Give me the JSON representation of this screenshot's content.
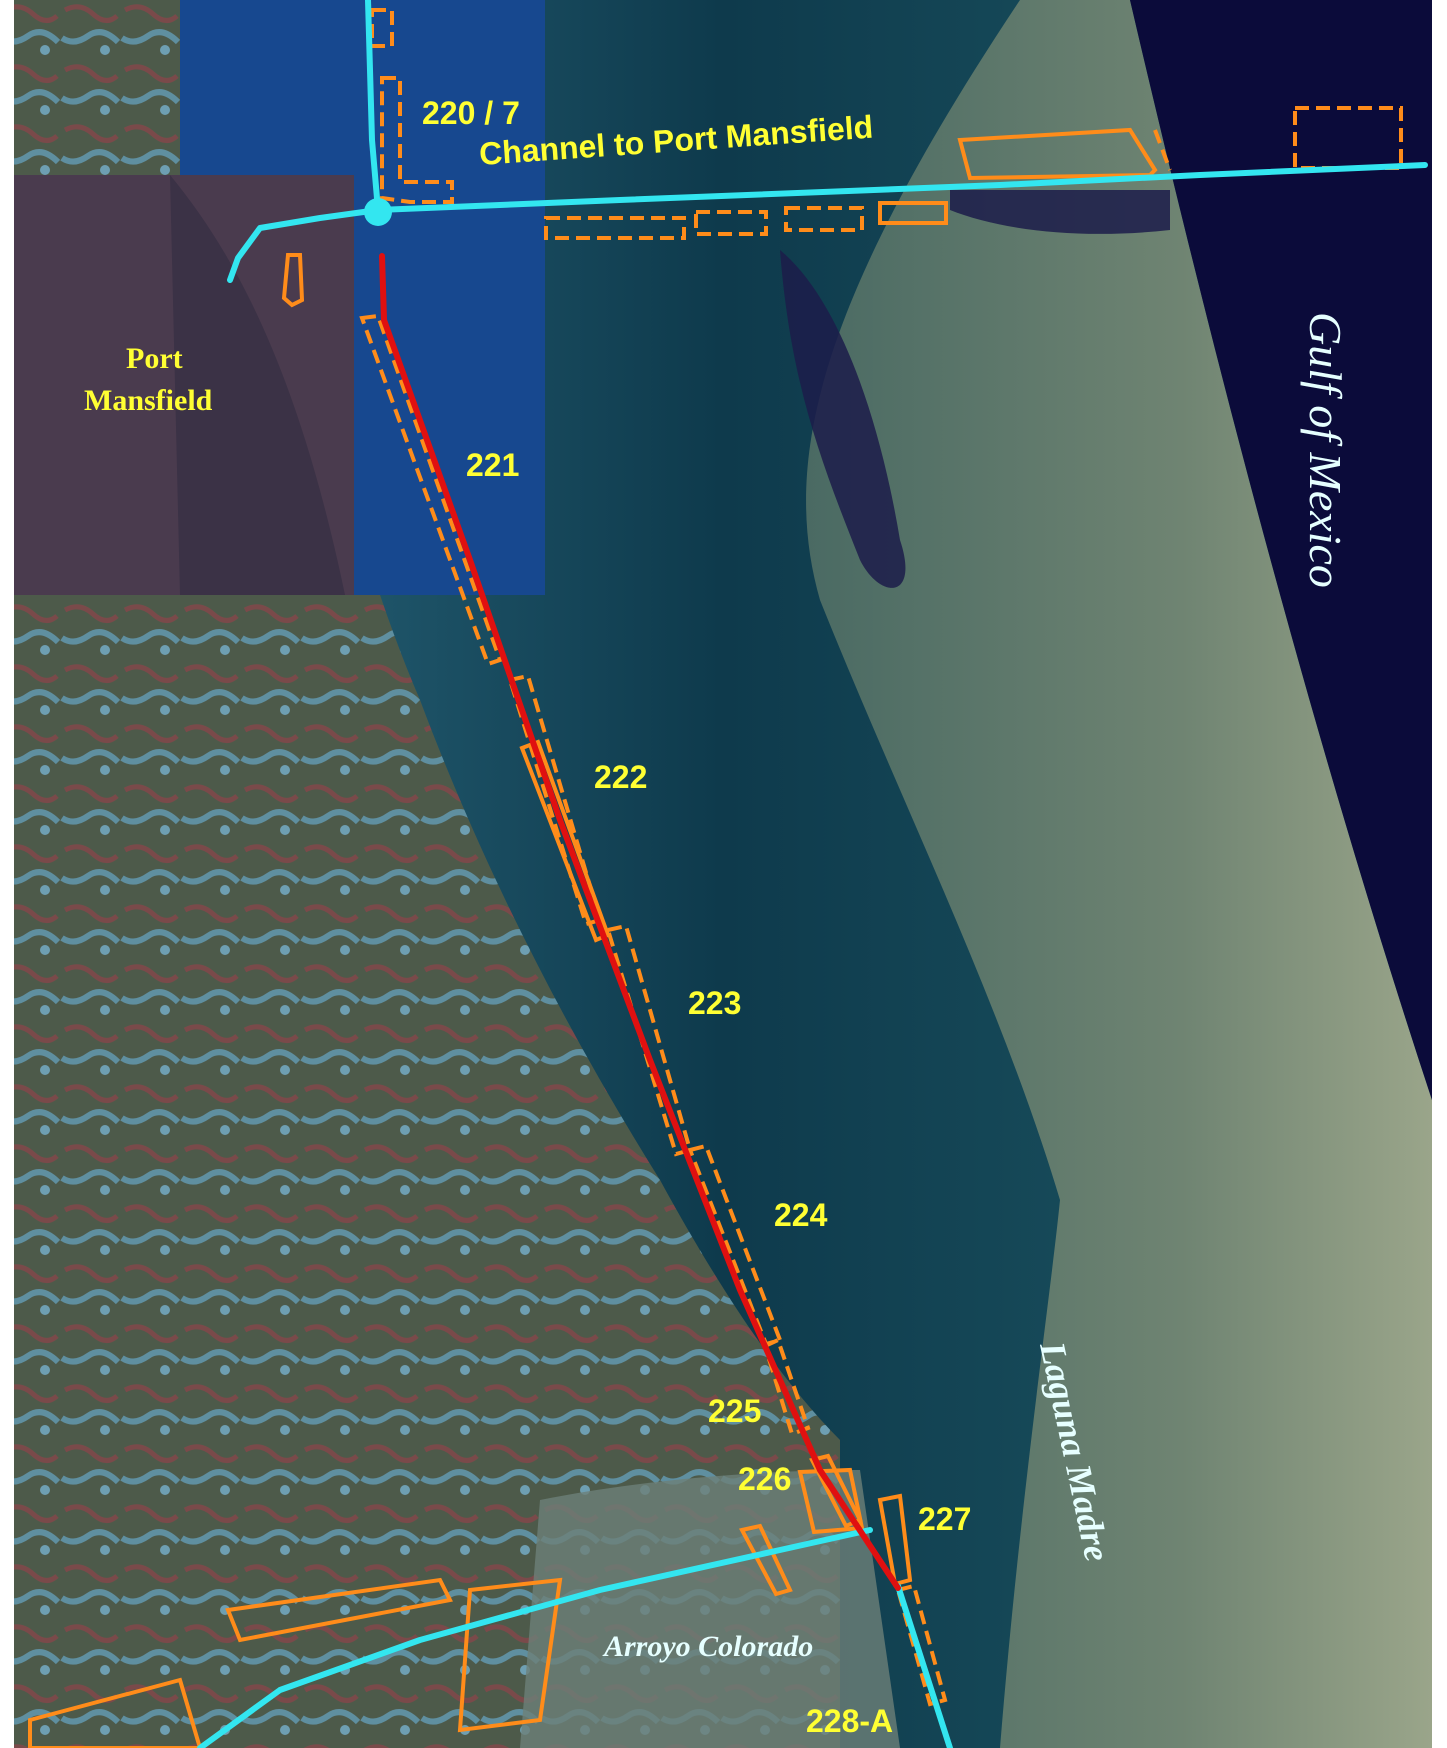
{
  "map": {
    "labels": {
      "channel_number": "220 / 7",
      "channel_name": "Channel to Port Mansfield",
      "port_line1": "Port",
      "port_line2": "Mansfield",
      "gulf": "Gulf of Mexico",
      "laguna": "Laguna Madre",
      "arroyo": "Arroyo Colorado",
      "seg_221": "221",
      "seg_222": "222",
      "seg_223": "223",
      "seg_224": "224",
      "seg_225": "225",
      "seg_226": "226",
      "seg_227": "227",
      "seg_228a": "228-A"
    },
    "colors": {
      "waterway": "#33e6f0",
      "highlighted_reach": "#e01010",
      "placement_areas": "#ff8c1a",
      "labels": "#ffff33",
      "gulf_water": "#0b0b3a"
    }
  }
}
